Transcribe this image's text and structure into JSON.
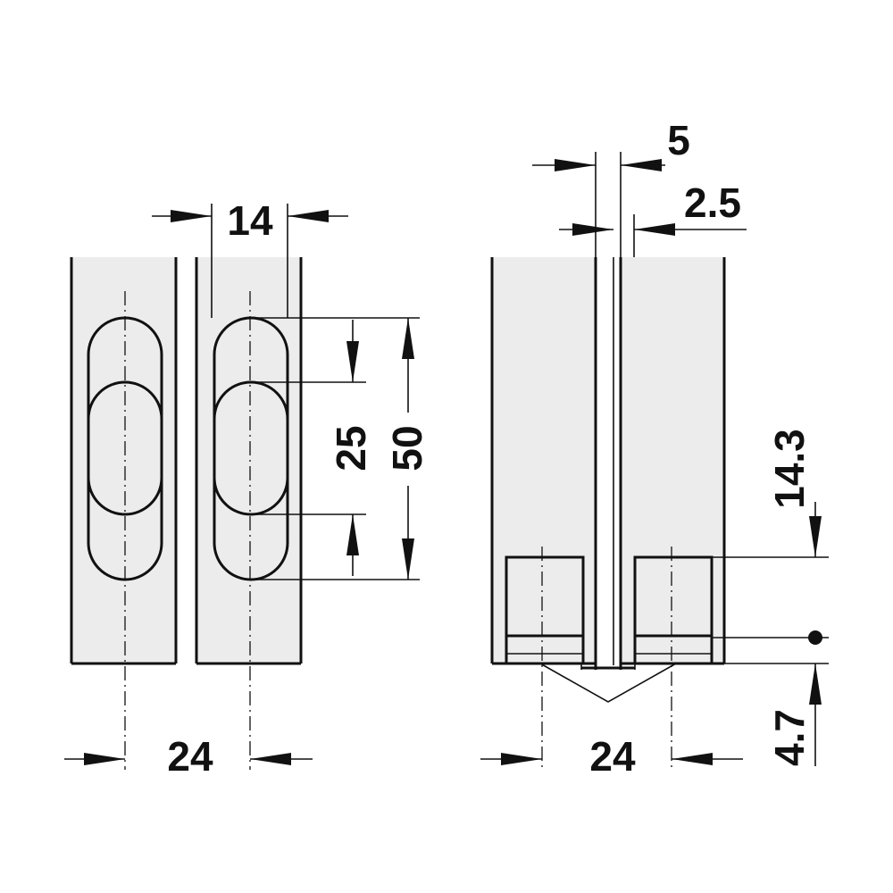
{
  "drawing": {
    "colors": {
      "line": "#111111",
      "panel_fill": "#ececec",
      "background": "#ffffff"
    },
    "dimensions": {
      "front_width_top": "14",
      "front_length_inner": "25",
      "front_length_outer": "50",
      "front_width_bottom": "24",
      "side_gap": "5",
      "side_offset": "2.5",
      "side_height": "14.3",
      "side_width_bottom": "24",
      "side_depth": "4.7"
    }
  }
}
